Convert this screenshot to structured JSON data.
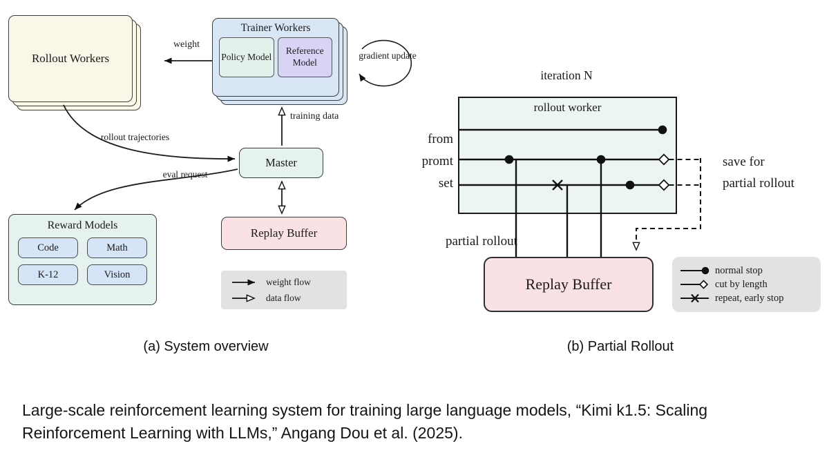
{
  "colors": {
    "cream": "#fbf7e8",
    "blue": "#d8e6f6",
    "mint": "#e6f2ef",
    "mint_pale": "#e3f1ed",
    "lavender": "#d9d4f6",
    "chip_blue": "#d6e4f8",
    "pink": "#fae2e4",
    "teal_light": "#ecf5f2",
    "legend_gray": "#e2e2e2",
    "ink": "#1a1a1a"
  },
  "panel_a": {
    "caption": "(a) System overview",
    "rollout_workers": "Rollout Workers",
    "trainer_workers": "Trainer Workers",
    "policy_model": "Policy Model",
    "reference_model": "Reference Model",
    "master": "Master",
    "replay_buffer": "Replay Buffer",
    "reward_models_title": "Reward Models",
    "reward_models": [
      "Code",
      "Math",
      "K-12",
      "Vision"
    ],
    "edge_labels": {
      "weight": "weight",
      "gradient_update": "gradient update",
      "training_data": "training data",
      "rollout_trajectories": "rollout trajectories",
      "eval_request": "eval request"
    },
    "legend": [
      {
        "marker": "filled-arrow",
        "label": "weight flow"
      },
      {
        "marker": "open-arrow",
        "label": "data flow"
      }
    ]
  },
  "panel_b": {
    "caption": "(b) Partial Rollout",
    "iteration": "iteration N",
    "rollout_worker": "rollout worker",
    "from_prompt_set": [
      "from",
      "promt",
      "set"
    ],
    "save_for": [
      "save for",
      "partial rollout"
    ],
    "partial_rollout": "partial rollout",
    "replay_buffer": "Replay Buffer",
    "legend": [
      {
        "marker": "filled-circle",
        "label": "normal stop"
      },
      {
        "marker": "open-diamond",
        "label": "cut by length"
      },
      {
        "marker": "x-cross",
        "label": "repeat, early stop"
      }
    ]
  },
  "figure_caption": "Large-scale reinforcement learning system for training large language models, “Kimi k1.5: Scaling Reinforcement Learning with LLMs,” Angang Dou et al. (2025)."
}
